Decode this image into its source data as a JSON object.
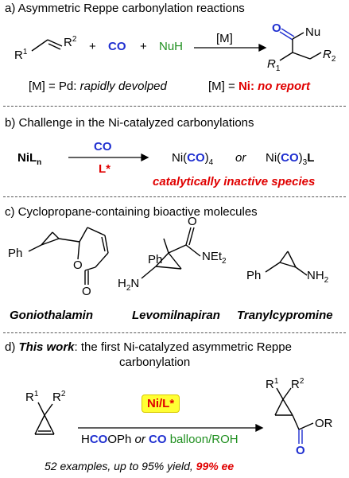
{
  "sections": {
    "a": {
      "header": "a) Asymmetric Reppe carbonylation reactions",
      "r1": "R",
      "r1_sup": "1",
      "r2": "R",
      "r2_sup": "2",
      "plus1": "+",
      "co": "CO",
      "plus2": "+",
      "nuh": "NuH",
      "catalyst": "[M]",
      "o": "O",
      "nu": "Nu",
      "prod_r1": "R",
      "prod_r1_sub": "1",
      "prod_r2": "R",
      "prod_r2_sub": "2",
      "note_pd_prefix": "[M] = Pd: ",
      "note_pd_text": "rapidly devolped",
      "note_ni_prefix": "[M] = ",
      "note_ni_metal": "Ni:",
      "note_ni_text": "no report"
    },
    "b": {
      "header": "b) Challenge in the Ni-catalyzed carbonylations",
      "reactant": "NiL",
      "reactant_sub": "n",
      "co": "CO",
      "ligand": "L*",
      "p1_ni": "Ni(",
      "p1_co": "CO",
      "p1_close": ")",
      "p1_sub": "4",
      "or": "or",
      "p2_ni": "Ni(",
      "p2_co": "CO",
      "p2_close": ")",
      "p2_sub": "3",
      "p2_l": "L",
      "inactive": "catalytically inactive species"
    },
    "c": {
      "header": "c) Cyclopropane-containing bioactive molecules",
      "ph1": "Ph",
      "o1": "O",
      "o2": "O",
      "ph2": "Ph",
      "o3": "O",
      "net2": "NEt",
      "net2_sub": "2",
      "h2n": "H",
      "h2n_sub": "2",
      "h2n_n": "N",
      "ph3": "Ph",
      "nh2": "NH",
      "nh2_sub": "2",
      "name1": "Goniothalamin",
      "name2": "Levomilnapiran",
      "name3": "Tranylcypromine"
    },
    "d": {
      "header_prefix": "d) ",
      "header_bold": "This work",
      "header_rest": ": the first Ni-catalyzed asymmetric Reppe",
      "header_line2": "carbonylation",
      "catalyst": "Ni/L*",
      "r1": "R",
      "r1_sup": "1",
      "r2": "R",
      "r2_sup": "2",
      "cond_h": "H",
      "cond_co": "CO",
      "cond_oph": "OPh",
      "cond_or": "or",
      "cond_co2": "CO",
      "cond_balloon": "balloon/ROH",
      "prod_r1": "R",
      "prod_r1_sup": "1",
      "prod_r2": "R",
      "prod_r2_sup": "2",
      "prod_o": "O",
      "prod_or": "OR",
      "summary": "52 examples, up to 95% yield, ",
      "summary_ee": "99% ee"
    }
  }
}
